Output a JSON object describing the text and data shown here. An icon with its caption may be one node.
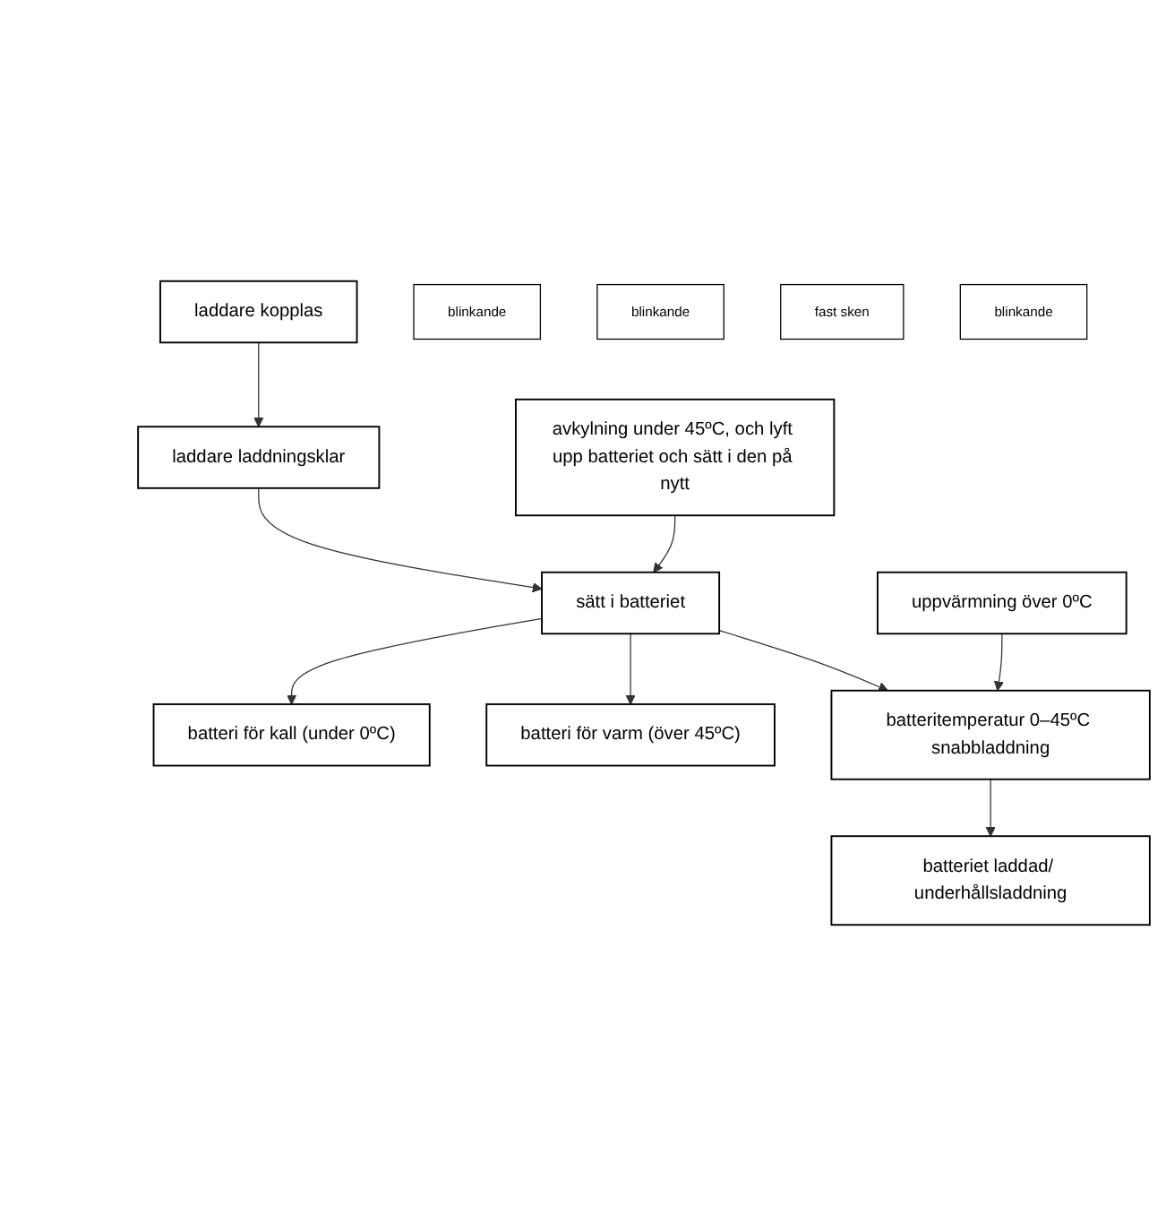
{
  "diagram": {
    "nodes": [
      {
        "text": [
          "laddare kopplas"
        ]
      },
      {
        "text": [
          "laddare laddningsklar"
        ]
      },
      {
        "text": [
          "sätt i batteriet"
        ]
      },
      {
        "text": [
          "blinkande"
        ]
      },
      {
        "text": [
          "batteri för kall (under 0ºC)"
        ]
      },
      {
        "text": [
          "uppvärmning över 0ºC"
        ]
      },
      {
        "text": [
          "blinkande"
        ]
      },
      {
        "text": [
          "batteri för varm (över 45ºC)"
        ]
      },
      {
        "text": [
          "avkylning under 45ºC, och lyft upp batteriet och sätt i den på nytt"
        ]
      },
      {
        "text": [
          "fast sken"
        ]
      },
      {
        "text": [
          "batteritemperatur 0–45ºC snabbladdning"
        ]
      },
      {
        "text": [
          "blinkande"
        ]
      },
      {
        "text": [
          "batteriet laddad/ underhållsladdning"
        ]
      }
    ],
    "edges": [
      {
        "from": 0,
        "to": 1,
        "arrow": "to"
      },
      {
        "from": 1,
        "to": 2,
        "arrow": "to"
      },
      {
        "from": 2,
        "to": 4,
        "arrow": "to"
      },
      {
        "from": 2,
        "to": 7,
        "arrow": "to"
      },
      {
        "from": 2,
        "to": 10,
        "arrow": "to"
      },
      {
        "from": 5,
        "to": 10,
        "arrow": "to"
      },
      {
        "from": 8,
        "to": 2,
        "arrow": "to"
      },
      {
        "from": 10,
        "to": 12,
        "arrow": "to"
      }
    ]
  }
}
